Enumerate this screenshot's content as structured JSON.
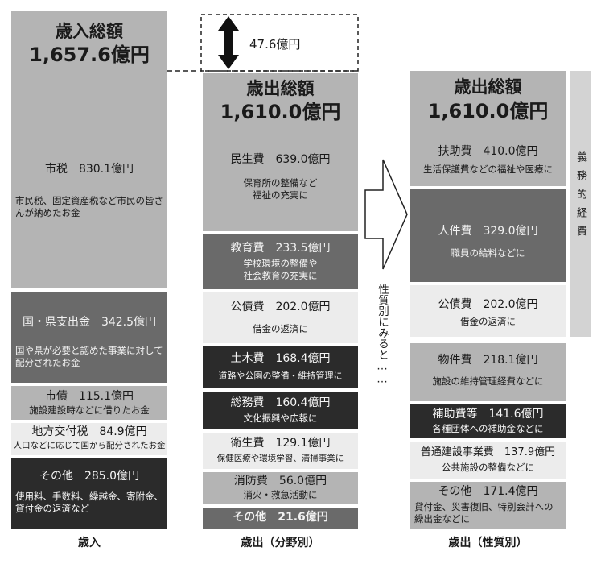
{
  "revenue": {
    "total_label": "歳入総額",
    "total_value": "1,657.6億円",
    "items": [
      {
        "label": "市税　830.1億円",
        "desc": "市民税、固定資産税など市民の皆さんが納めたお金"
      },
      {
        "label": "国・県支出金　342.5億円",
        "desc": "国や県が必要と認めた事業に対して配分されたお金"
      },
      {
        "label": "市債　115.1億円",
        "desc": "施設建設時などに借りたお金"
      },
      {
        "label": "地方交付税　84.9億円",
        "desc": "人口などに応じて国から配分されたお金"
      },
      {
        "label": "その他　285.0億円",
        "desc": "使用料、手数料、繰越金、寄附金、貸付金の返済など"
      }
    ],
    "footer": "歳入"
  },
  "difference": "47.6億円",
  "expenditure_by_field": {
    "total_label": "歳出総額",
    "total_value": "1,610.0億円",
    "items": [
      {
        "label": "民生費　639.0億円",
        "desc": "保育所の整備など",
        "desc2": "福祉の充実に"
      },
      {
        "label": "教育費　233.5億円",
        "desc": "学校環境の整備や",
        "desc2": "社会教育の充実に"
      },
      {
        "label": "公債費　202.0億円",
        "desc": "借金の返済に"
      },
      {
        "label": "土木費　168.4億円",
        "desc": "道路や公園の整備・維持管理に"
      },
      {
        "label": "総務費　160.4億円",
        "desc": "文化振興や広報に"
      },
      {
        "label": "衛生費　129.1億円",
        "desc": "保健医療や環境学習、清掃事業に"
      },
      {
        "label": "消防費　56.0億円",
        "desc": "消火・救急活動に"
      },
      {
        "label": "その他　21.6億円"
      }
    ],
    "footer": "歳出（分野別）"
  },
  "arrow_text": "性質別にみると……",
  "expenditure_by_nature": {
    "total_label": "歳出総額",
    "total_value": "1,610.0億円",
    "items": [
      {
        "label": "扶助費　410.0億円",
        "desc": "生活保護費などの福祉や医療に"
      },
      {
        "label": "人件費　329.0億円",
        "desc": "職員の給料などに"
      },
      {
        "label": "公債費　202.0億円",
        "desc": "借金の返済に"
      },
      {
        "label": "物件費　218.1億円",
        "desc": "施設の維持管理経費などに"
      },
      {
        "label": "補助費等　141.6億円",
        "desc": "各種団体への補助金などに"
      },
      {
        "label": "普通建設事業費　137.9億円",
        "desc": "公共施設の整備などに"
      },
      {
        "label": "その他　171.4億円",
        "desc": "貸付金、災害復旧、特別会計への繰出金などに"
      }
    ],
    "mandatory_label": "義務的経費",
    "footer": "歳出（性質別）"
  }
}
